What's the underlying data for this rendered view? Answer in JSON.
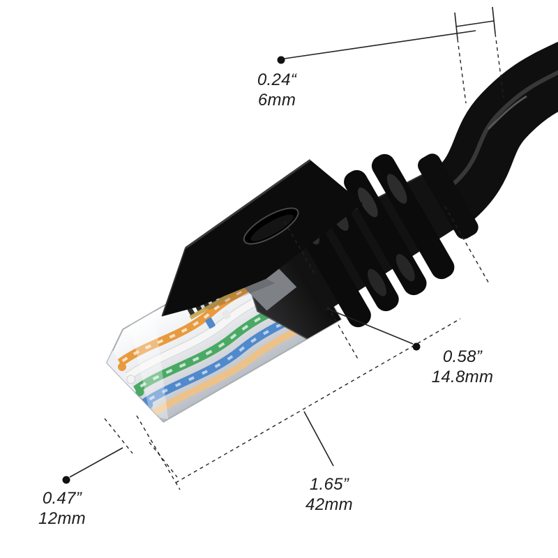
{
  "colors": {
    "background": "#ffffff",
    "text": "#1c1c1c",
    "cable_black": "#0f0f0f",
    "clear_plastic": "#e9ebee",
    "wire_orange": "#e89a3e",
    "wire_green": "#4aa964",
    "wire_blue": "#5089cc",
    "wire_pale_orange": "#edc289",
    "gold_contact": "#c8a34c",
    "dimension_line": "#222222"
  },
  "annotations": {
    "cable_diameter": {
      "inches": "0.24“",
      "mm": "6mm"
    },
    "connector_height": {
      "inches": "0.58”",
      "mm": "14.8mm"
    },
    "connector_length": {
      "inches": "1.65”",
      "mm": "42mm"
    },
    "connector_width": {
      "inches": "0.47”",
      "mm": "12mm"
    }
  }
}
